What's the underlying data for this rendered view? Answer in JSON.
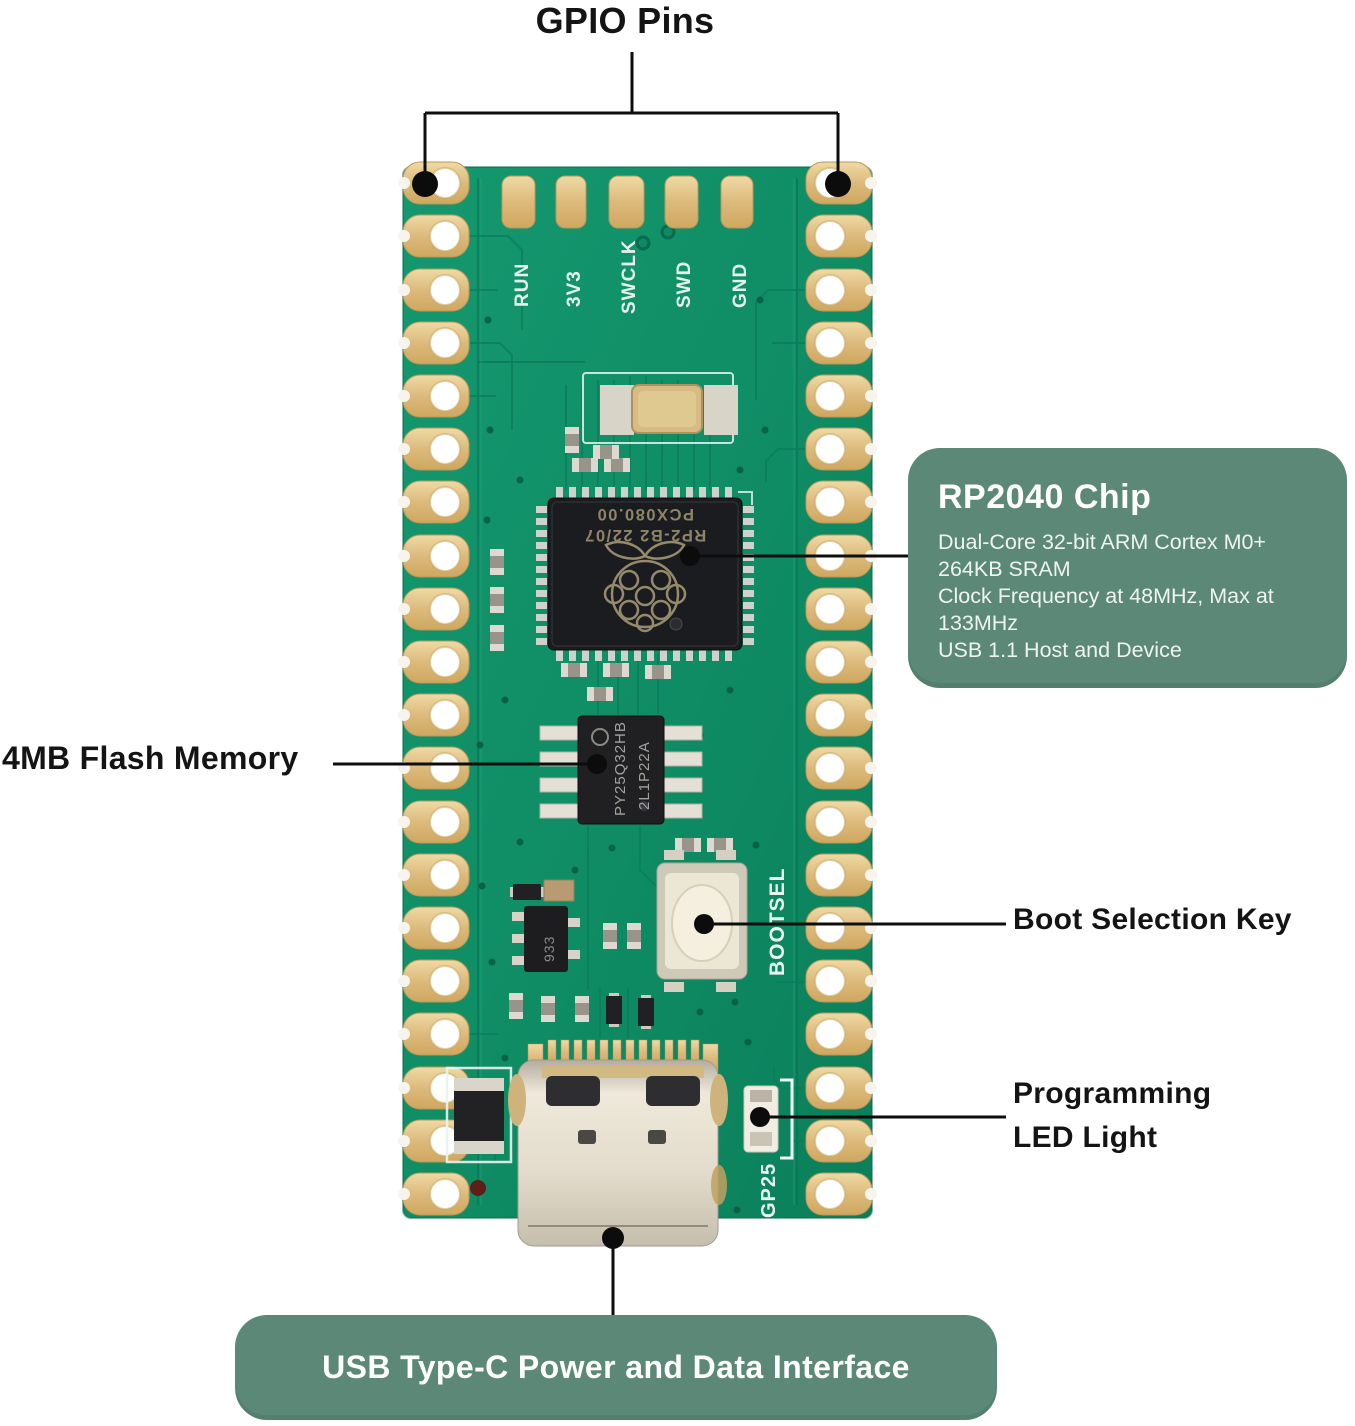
{
  "annotations": {
    "gpio_pins": {
      "label": "GPIO Pins"
    },
    "flash_memory": {
      "label": "4MB Flash Memory"
    },
    "rp2040": {
      "title": "RP2040 Chip",
      "specs": [
        "Dual-Core 32-bit ARM Cortex M0+",
        "264KB SRAM",
        "Clock Frequency at 48MHz, Max at 133MHz",
        "USB 1.1 Host and Device"
      ]
    },
    "boot_key": {
      "label": "Boot Selection Key"
    },
    "programming_led": {
      "line1": "Programming",
      "line2": "LED Light"
    },
    "usb": {
      "label": "USB Type-C Power and Data Interface"
    }
  },
  "board": {
    "debug_pad_labels": [
      "RUN",
      "3V3",
      "SWCLK",
      "SWD",
      "GND"
    ],
    "rp2040_marking": {
      "line1": "RP2-B2  22/07",
      "line2": "PCX080.00"
    },
    "flash_marking": {
      "line1": "PY25Q32HB",
      "line2": "2L1P22A"
    },
    "regulator_marking": "933",
    "bootsel_label": "BOOTSEL",
    "led_gpio_label": "GP25"
  },
  "colors": {
    "callout_box_bg": "#5b8877",
    "pcb_green": "#10916a",
    "pad_gold": "#ddbe80",
    "annotation_black": "#0d0d0d"
  }
}
